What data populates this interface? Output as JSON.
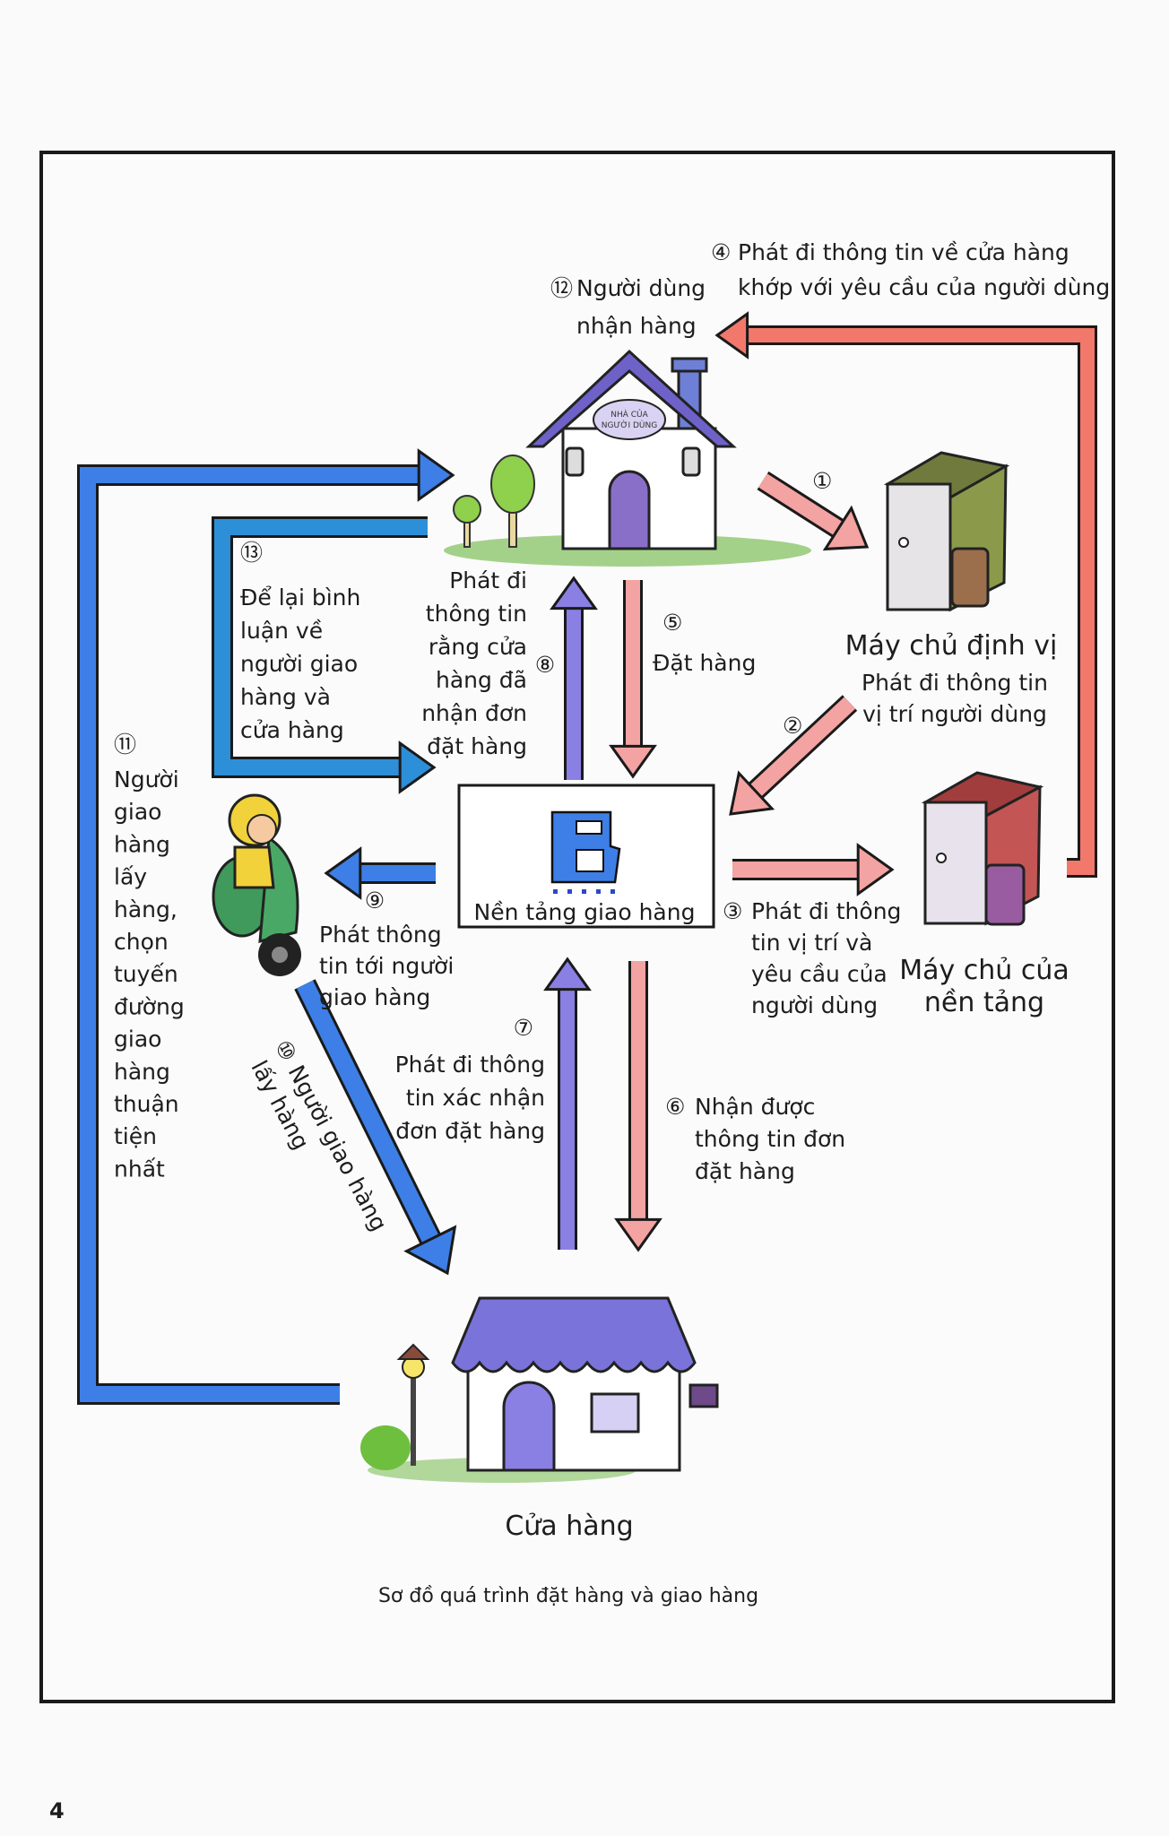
{
  "page_number": "4",
  "caption": "Sơ đồ quá trình đặt hàng và giao hàng",
  "colors": {
    "request_arrow": "#f3a3a1",
    "response_arrow": "#f2786c",
    "confirm_arrow": "#8a7fe3",
    "courier_arrow": "#3d7fe6",
    "review_arrow": "#2d8fd8",
    "platform_logo": "#3d7fe6"
  },
  "nodes": {
    "user_house": {
      "sign": [
        "NHÀ CỦA",
        "NGƯỜI DÙNG"
      ]
    },
    "locator_server": {
      "label": "Máy chủ định vị"
    },
    "platform": {
      "label": "Nền tảng giao hàng",
      "logo_letter": "B"
    },
    "platform_server": {
      "label_lines": [
        "Máy chủ của",
        "nền tảng"
      ]
    },
    "shop": {
      "label": "Cửa hàng"
    }
  },
  "steps": [
    {
      "number": "①",
      "lines": []
    },
    {
      "number": "②",
      "lines": [
        "Phát đi thông tin",
        "vị trí người dùng"
      ]
    },
    {
      "number": "③",
      "lines": [
        "Phát đi thông",
        "tin vị trí và",
        "yêu cầu của",
        "người dùng"
      ]
    },
    {
      "number": "④",
      "lines": [
        "Phát đi thông tin về cửa hàng",
        "khớp với yêu cầu của người dùng"
      ]
    },
    {
      "number": "⑤",
      "lines": [
        "Đặt hàng"
      ]
    },
    {
      "number": "⑥",
      "lines": [
        "Nhận được",
        "thông tin đơn",
        "đặt hàng"
      ]
    },
    {
      "number": "⑦",
      "lines": [
        "Phát đi thông",
        "tin xác nhận",
        "đơn đặt hàng"
      ]
    },
    {
      "number": "⑧",
      "lines": [
        "Phát đi",
        "thông tin",
        "rằng cửa",
        "hàng đã",
        "nhận đơn",
        "đặt hàng"
      ]
    },
    {
      "number": "⑨",
      "lines": [
        "Phát thông",
        "tin tới người",
        "giao hàng"
      ]
    },
    {
      "number": "⑩",
      "lines": [
        "Người giao hàng",
        "lấy hàng"
      ]
    },
    {
      "number": "⑪",
      "lines": [
        "Người",
        "giao",
        "hàng",
        "lấy",
        "hàng,",
        "chọn",
        "tuyến",
        "đường",
        "giao",
        "hàng",
        "thuận",
        "tiện",
        "nhất"
      ]
    },
    {
      "number": "⑫",
      "lines": [
        "Người dùng",
        "nhận hàng"
      ]
    },
    {
      "number": "⑬",
      "lines": [
        "Để lại bình",
        "luận về",
        "người giao",
        "hàng và",
        "cửa hàng"
      ]
    }
  ]
}
